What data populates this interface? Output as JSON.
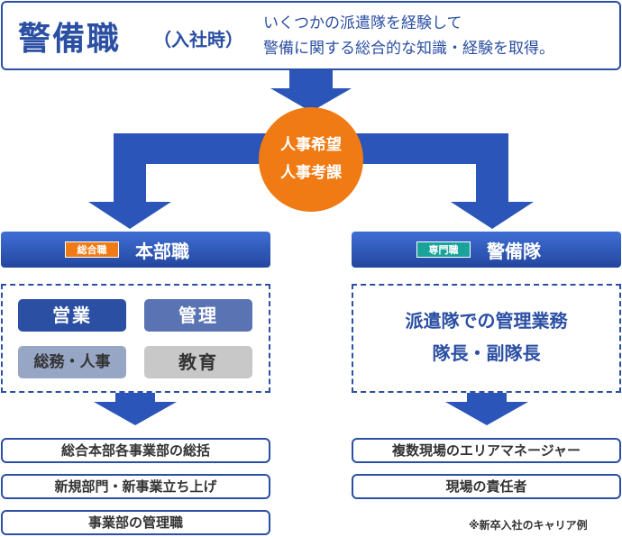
{
  "header": {
    "title": "警備職",
    "subtitle": "（入社時）",
    "description_line1": "いくつかの派遣隊を経験して",
    "description_line2": "警備に関する総合的な知識・経験を取得。"
  },
  "center_circle": {
    "line1": "人事希望",
    "line2": "人事考課"
  },
  "left": {
    "tag": "総合職",
    "title": "本部職",
    "chips": [
      {
        "label": "営業",
        "bg": "#2b4fa3",
        "fg": "#ffffff"
      },
      {
        "label": "管理",
        "bg": "#5a73b2",
        "fg": "#ffffff"
      },
      {
        "label": "総務・人事",
        "bg": "#98a6c6",
        "fg": "#333333"
      },
      {
        "label": "教育",
        "bg": "#c8c8c8",
        "fg": "#333333"
      }
    ],
    "outcomes": [
      "総合本部各事業部の総括",
      "新規部門・新事業立ち上げ",
      "事業部の管理職"
    ]
  },
  "right": {
    "tag": "専門職",
    "title": "警備隊",
    "desc_line1": "派遣隊での管理業務",
    "desc_line2": "隊長・副隊長",
    "outcomes": [
      "複数現場のエリアマネージャー",
      "現場の責任者"
    ]
  },
  "note": "※新卒入社のキャリア例",
  "colors": {
    "primary": "#2b4fa3",
    "arrow": "#2b55b8",
    "circle": "#f07b14",
    "tag_general": "#f07b14",
    "tag_specialist": "#1aa39a"
  }
}
